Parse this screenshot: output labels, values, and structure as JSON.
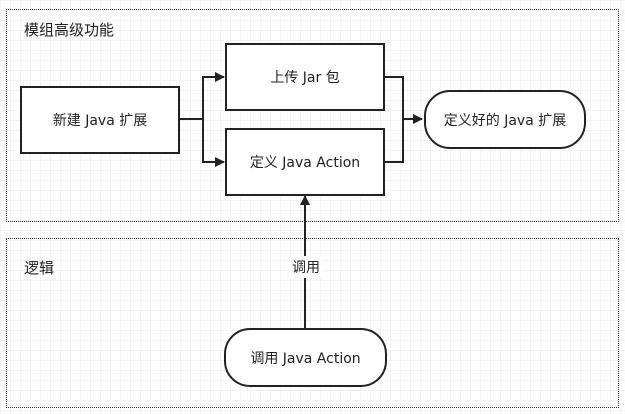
{
  "groups": {
    "advanced": {
      "label": "模组高级功能"
    },
    "logic": {
      "label": "逻辑"
    }
  },
  "nodes": {
    "new_ext": "新建 Java 扩展",
    "upload_jar": "上传 Jar 包",
    "define_action": "定义 Java Action",
    "defined_ext": "定义好的 Java 扩展",
    "call_action": "调用 Java Action"
  },
  "edges": {
    "call_label": "调用"
  },
  "colors": {
    "stroke": "#222222",
    "grid": "#ececec",
    "background": "#ffffff"
  }
}
